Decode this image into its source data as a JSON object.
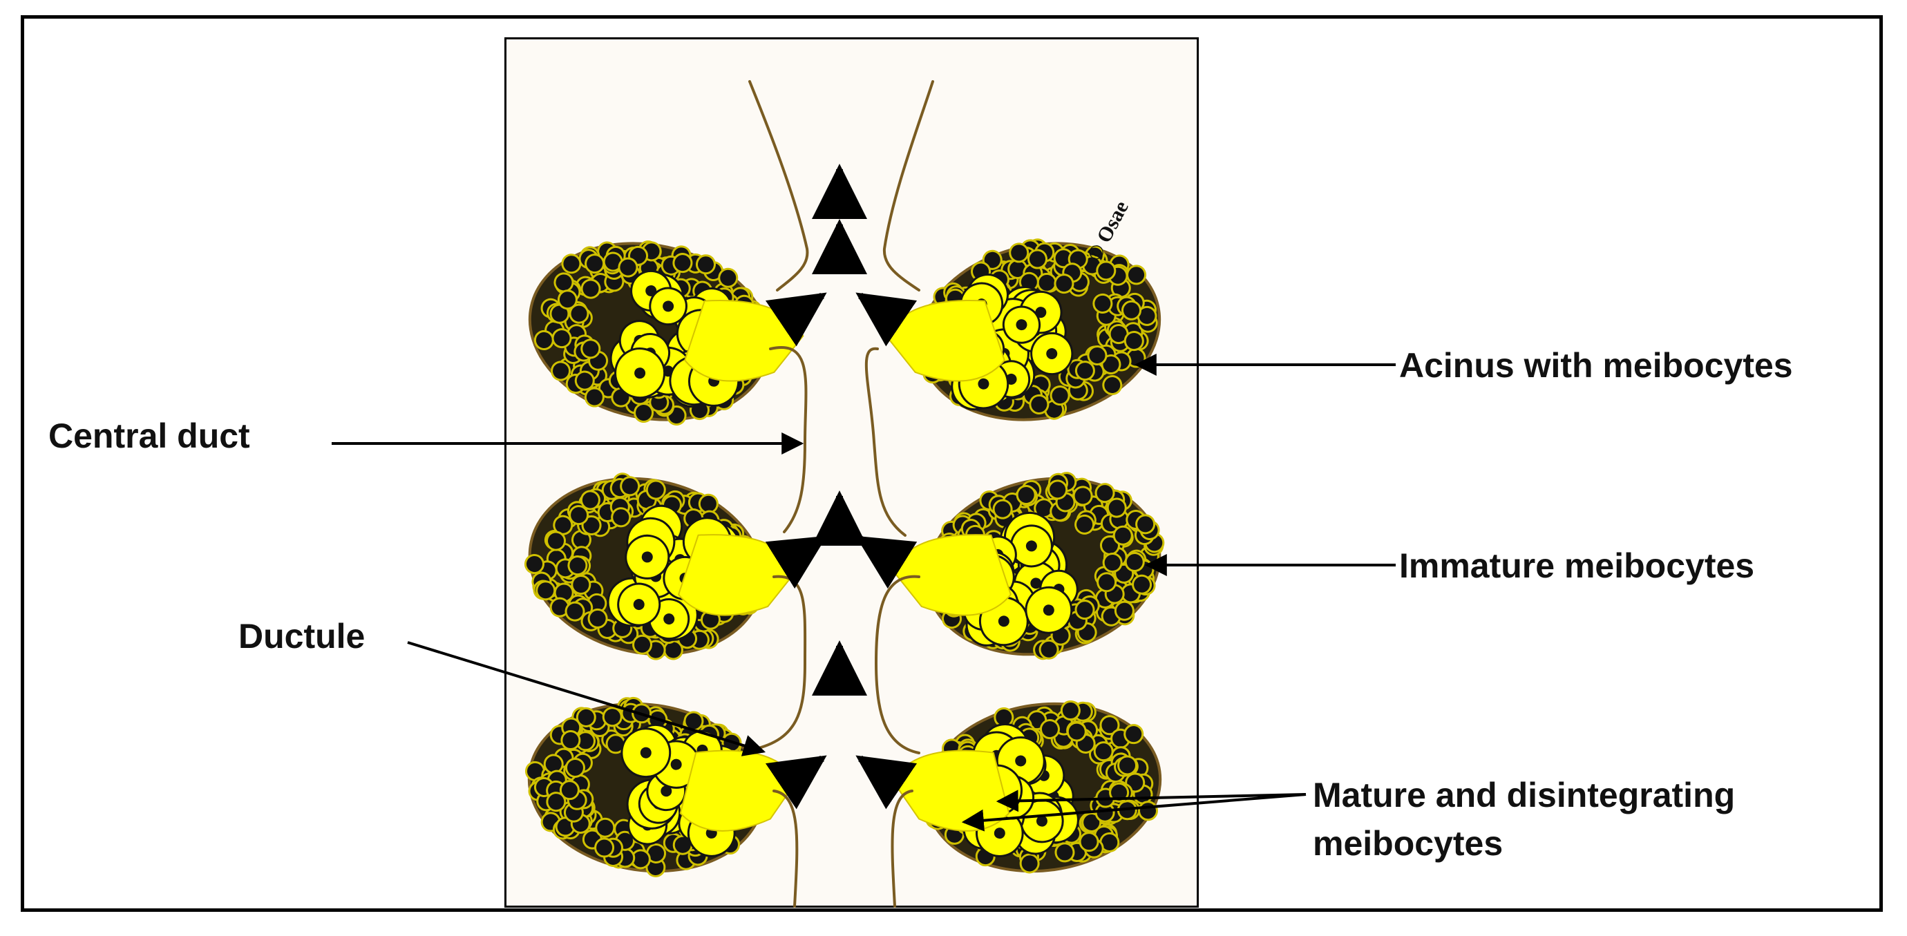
{
  "labels": {
    "acinus": "Acinus with meibocytes",
    "central_duct": "Central duct",
    "immature": "Immature meibocytes",
    "ductule": "Ductule",
    "mature_line1": "Mature and disintegrating",
    "mature_line2": "meibocytes"
  },
  "copyright": "© Osae",
  "colors": {
    "cell_yellow": "#ffff00",
    "outline_brown": "#7a5c22",
    "panel_bg": "#fdfaf5",
    "dark": "#141414"
  }
}
